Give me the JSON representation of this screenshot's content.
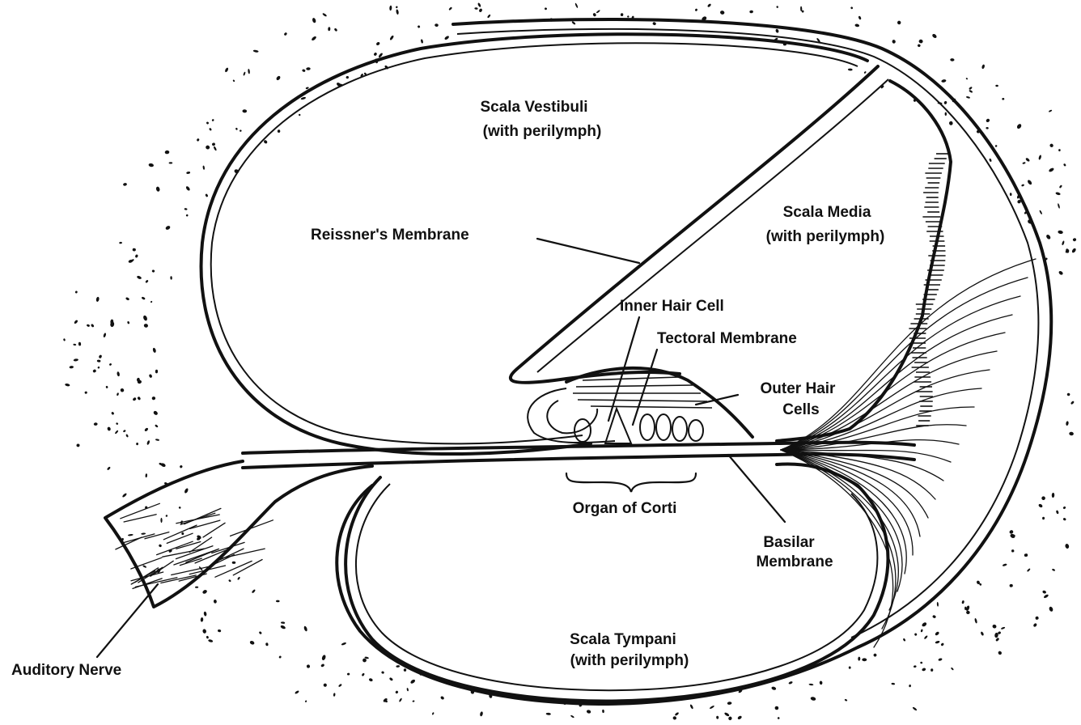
{
  "labels": {
    "scala_vestibuli": "Scala Vestibuli",
    "scala_vestibuli_sub": "(with perilymph)",
    "scala_media": "Scala Media",
    "scala_media_sub": "(with perilymph)",
    "reissners_membrane": "Reissner's Membrane",
    "inner_hair_cell": "Inner Hair Cell",
    "tectoral_membrane": "Tectoral Membrane",
    "outer_hair_cells_1": "Outer Hair",
    "outer_hair_cells_2": "Cells",
    "organ_of_corti": "Organ of Corti",
    "basilar_membrane_1": "Basilar",
    "basilar_membrane_2": "Membrane",
    "scala_tympani": "Scala Tympani",
    "scala_tympani_sub": "(with perilymph)",
    "auditory_nerve": "Auditory Nerve"
  },
  "colors": {
    "ink": "#111111",
    "background": "#ffffff"
  }
}
